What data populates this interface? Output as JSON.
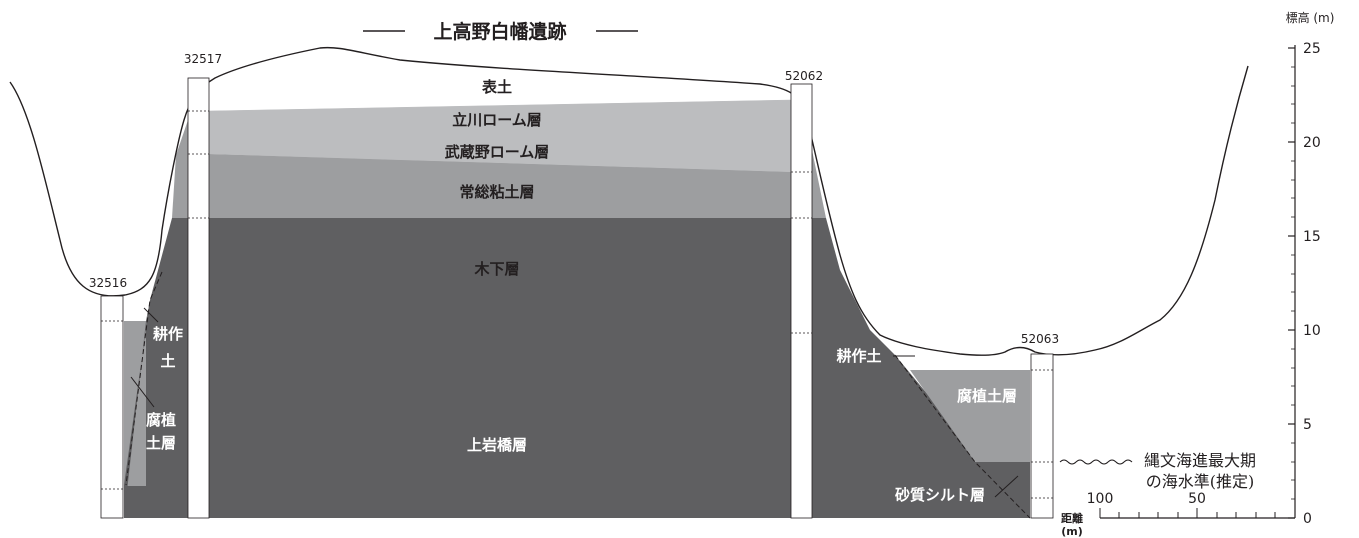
{
  "title": "上高野白幡遺跡",
  "boreholes": {
    "b32516": "32516",
    "b32517": "32517",
    "b52062": "52062",
    "b52063": "52063"
  },
  "layers": {
    "topsoil": "表土",
    "tachikawa": "立川ローム層",
    "musashino": "武蔵野ローム層",
    "joso": "常総粘土層",
    "kioroshi": "木下層",
    "kamiiwahashi": "上岩橋層",
    "cultivated_left_1": "耕作",
    "cultivated_left_2": "土",
    "humus_left_1": "腐植",
    "humus_left_2": "土層",
    "cultivated_right": "耕作土",
    "humus_right": "腐植土層",
    "sandy_silt": "砂質シルト層"
  },
  "sea_level_note": {
    "line1": "縄文海進最大期",
    "line2": "の海水準(推定)"
  },
  "elevation_axis": {
    "label": "標高 (m)",
    "ticks": [
      "25",
      "20",
      "15",
      "10",
      "5",
      "0"
    ]
  },
  "distance_scale": {
    "label_1": "距離",
    "label_2": "(m)",
    "ticks": [
      "100",
      "50"
    ]
  },
  "colors": {
    "dark_layer": "#5f5f61",
    "mid_layer": "#9d9ea0",
    "light_layer": "#bcbdbf",
    "line": "#231f20"
  }
}
